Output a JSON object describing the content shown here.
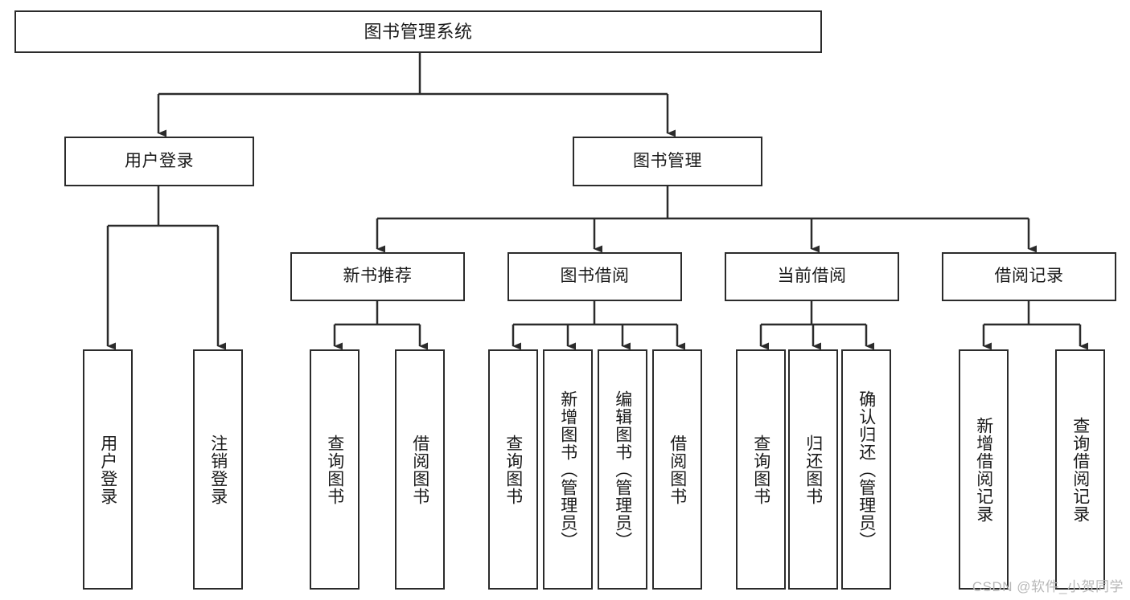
{
  "diagram": {
    "type": "tree",
    "title": "图书管理系统",
    "colors": {
      "box_border": "#2b2b2b",
      "box_fill": "#ffffff",
      "connector": "#2b2b2b",
      "text": "#1a1a1a",
      "watermark": "#b8b8b8",
      "background": "#ffffff"
    },
    "root": {
      "label": "图书管理系统"
    },
    "level2": [
      {
        "label": "用户登录"
      },
      {
        "label": "图书管理"
      }
    ],
    "level3": [
      {
        "label": "新书推荐"
      },
      {
        "label": "图书借阅"
      },
      {
        "label": "当前借阅"
      },
      {
        "label": "借阅记录"
      }
    ],
    "leaves": {
      "user_login": [
        {
          "label": "用户登录"
        },
        {
          "label": "注销登录"
        }
      ],
      "new_book_recommend": [
        {
          "label": "查询图书"
        },
        {
          "label": "借阅图书"
        }
      ],
      "book_borrow": [
        {
          "label": "查询图书"
        },
        {
          "label": "新增图书（管理员）"
        },
        {
          "label": "编辑图书（管理员）"
        },
        {
          "label": "借阅图书"
        }
      ],
      "current_borrow": [
        {
          "label": "查询图书"
        },
        {
          "label": "归还图书"
        },
        {
          "label": "确认归还（管理员）"
        }
      ],
      "borrow_record": [
        {
          "label": "新增借阅记录"
        },
        {
          "label": "查询借阅记录"
        }
      ]
    }
  },
  "watermark": {
    "text": "CSDN @软件_小贺同学"
  }
}
